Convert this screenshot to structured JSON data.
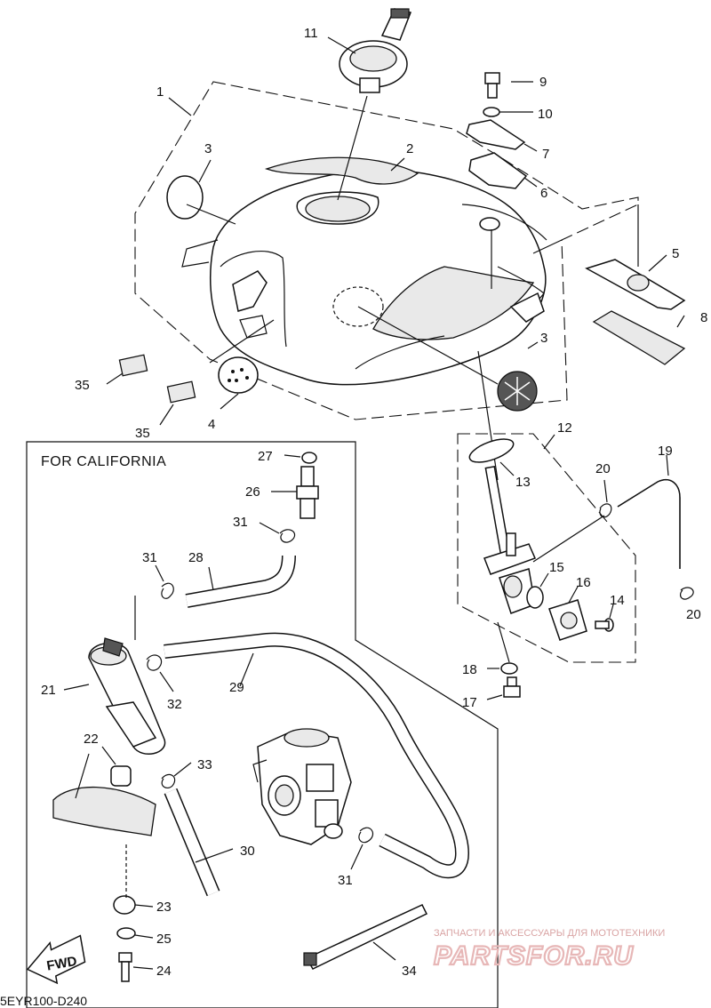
{
  "frame_title": "FOR CALIFORNIA",
  "diagram_code": "5EYR100-D240",
  "fwd_label": "FWD",
  "watermark": {
    "line1": "ЗАПЧАСТИ И АКСЕССУАРЫ ДЛЯ МОТОТЕХНИКИ",
    "line2": "PARTSFOR.RU"
  },
  "callouts": {
    "c1": "1",
    "c2": "2",
    "c3a": "3",
    "c3b": "3",
    "c4": "4",
    "c5": "5",
    "c6": "6",
    "c7": "7",
    "c8": "8",
    "c9": "9",
    "c10": "10",
    "c11": "11",
    "c12": "12",
    "c13": "13",
    "c14": "14",
    "c15": "15",
    "c16": "16",
    "c17": "17",
    "c18": "18",
    "c19": "19",
    "c20a": "20",
    "c20b": "20",
    "c21": "21",
    "c22": "22",
    "c23": "23",
    "c24": "24",
    "c25": "25",
    "c26": "26",
    "c27": "27",
    "c28": "28",
    "c29": "29",
    "c30": "30",
    "c31a": "31",
    "c31b": "31",
    "c31c": "31",
    "c32": "32",
    "c33": "33",
    "c34": "34",
    "c35a": "35",
    "c35b": "35"
  }
}
